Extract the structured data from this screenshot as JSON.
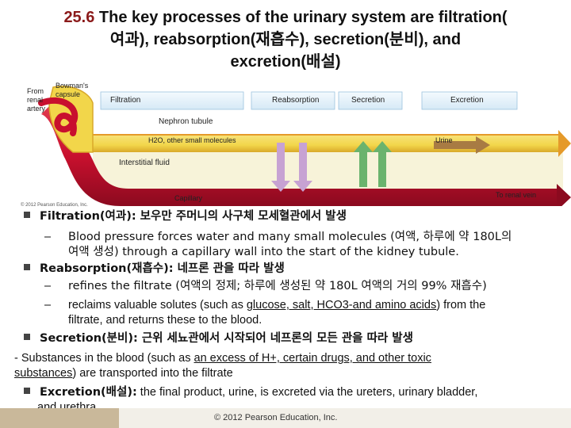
{
  "title": {
    "number": "25.6",
    "line1": " The key processes of the urinary system are filtration(",
    "line2": "여과), reabsorption(재흡수), secretion(분비), and",
    "line3": "excretion(배설)"
  },
  "figure": {
    "from_renal_artery": [
      "From",
      "renal",
      "artery"
    ],
    "bowmans_capsule": [
      "Bowman's",
      "capsule"
    ],
    "filtration": "Filtration",
    "reabsorption": "Reabsorption",
    "secretion": "Secretion",
    "excretion": "Excretion",
    "nephron_tubule": "Nephron tubule",
    "h2o_label": "H2O, other small molecules",
    "urine": "Urine",
    "interstitial_fluid": "Interstitial fluid",
    "capillary": "Capillary",
    "to_renal_vein": "To renal vein",
    "credit": "© 2012 Pearson Education, Inc.",
    "colors": {
      "tube_yellow": "#f2d64a",
      "tube_yellow_dark": "#d9a92a",
      "tubule_orange": "#e59a2a",
      "capillary_red": "#c8102e",
      "capillary_red_dark": "#8b0a1f",
      "interstitial": "#f7f3d9",
      "arrow_purple": "#c7a2d3",
      "arrow_green": "#6ab36d",
      "arrow_brown": "#a87b43",
      "box_fill": "#e8f3fb"
    }
  },
  "bullets": {
    "filtration_head": "Filtration(여과): 보우만 주머니의 사구체 모세혈관에서 발생",
    "filtration_sub1": "Blood pressure forces water and many small molecules (여액, 하루에 약 180L의",
    "filtration_sub1b": "여액 생성) through a capillary wall into the start of the kidney tubule.",
    "reabsorption_head": "Reabsorption(재흡수): 네프론 관을 따라 발생",
    "reabsorption_sub1": "refines the filtrate (여액의 정제; 하루에 생성된 약 180L 여액의 거의 99% 재흡수)",
    "reabsorption_sub2a": "reclaims valuable solutes (such as ",
    "reabsorption_sub2_underlined": "glucose, salt, HCO3-and amino acids",
    "reabsorption_sub2c": ") from the",
    "reabsorption_sub2b": "filtrate, and returns these to the blood.",
    "secretion_head": "Secretion(분비): 근위 세뇨관에서 시작되어 네프론의 모든 관을 따라 발생",
    "secretion_text1": "- Substances in the blood (such as ",
    "secretion_u1": "an excess of H+, certain drugs, and other toxic",
    "secretion_u2": "substances",
    "secretion_text2": ") are transported into the filtrate",
    "excretion_head": "Excretion(배설):",
    "excretion_text": " the final product, urine, is excreted via the ureters, urinary bladder,",
    "excretion_text2": "and urethra."
  },
  "footer": {
    "copyright": "© 2012 Pearson Education, Inc."
  }
}
